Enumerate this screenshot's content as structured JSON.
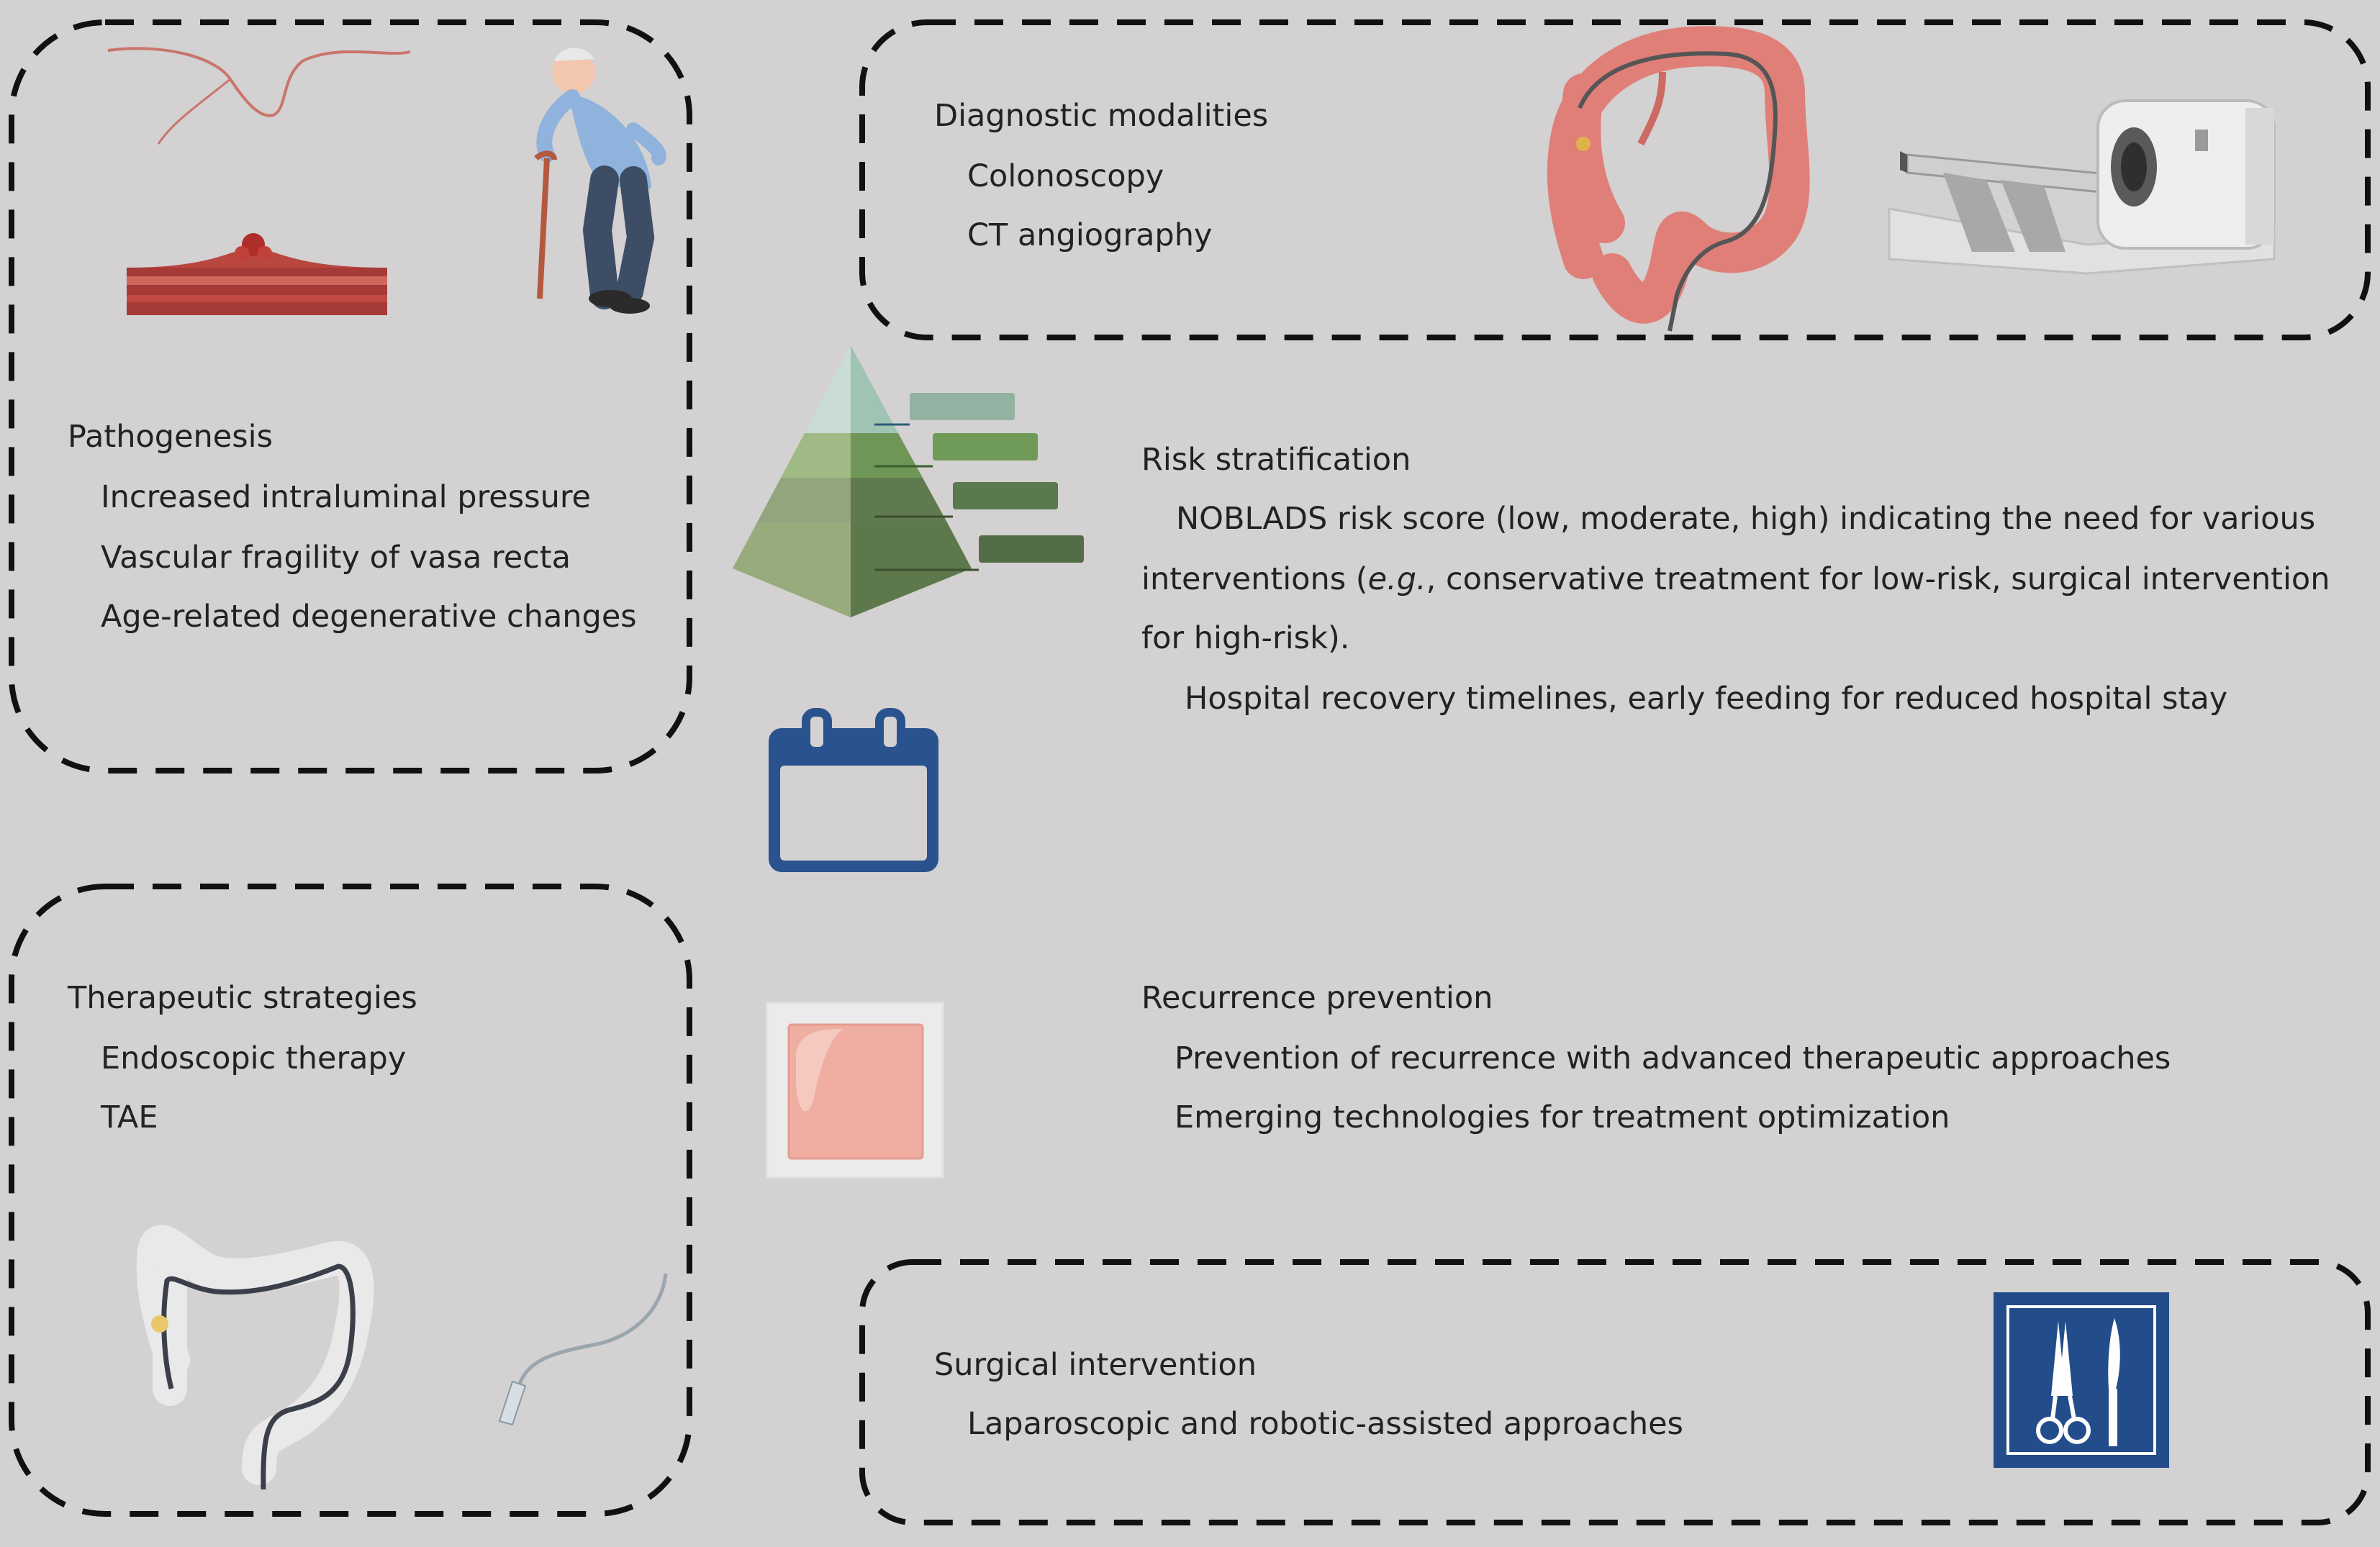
{
  "pathogenesis": {
    "title": "Pathogenesis",
    "items": [
      "Increased intraluminal pressure",
      "Vascular fragility of vasa recta",
      "Age-related degenerative changes"
    ]
  },
  "diagnostic": {
    "title": "Diagnostic modalities",
    "items": [
      "Colonoscopy",
      "CT angiography"
    ]
  },
  "risk": {
    "title": "Risk stratification",
    "line1": "NOBLADS risk score (low, moderate, high) indicating the need for various",
    "line2_pre": "interventions (",
    "line2_em": "e.g.",
    "line2_post": ", conservative treatment for low-risk, surgical intervention",
    "line3": "for high-risk).",
    "line4": "Hospital recovery timelines, early feeding for reduced hospital stay"
  },
  "therapeutic": {
    "title": "Therapeutic strategies",
    "items": [
      "Endoscopic therapy",
      "TAE"
    ]
  },
  "recurrence": {
    "title": "Recurrence prevention",
    "items": [
      "Prevention of recurrence with advanced therapeutic approaches",
      "Emerging technologies for treatment optimization"
    ]
  },
  "surgical": {
    "title": "Surgical intervention",
    "items": [
      "Laparoscopic and robotic-assisted approaches"
    ]
  },
  "colors": {
    "background": "#d3d1d1",
    "dash_border": "#111111",
    "calendar_blue": "#2a528e",
    "surgery_blue": "#234d8a",
    "pyramid_greens": [
      "#c7ddd4",
      "#93b07a",
      "#7f9870",
      "#8ea37a"
    ],
    "pink": "#f0aea3"
  },
  "icons": [
    "blood-vessel-icon",
    "diverticulum-icon",
    "elderly-person-icon",
    "colon-endoscope-icon",
    "ct-scanner-icon",
    "risk-pyramid-icon",
    "calendar-icon",
    "patch-icon",
    "colon-catheter-icon",
    "catheter-icon",
    "surgical-instruments-icon"
  ]
}
